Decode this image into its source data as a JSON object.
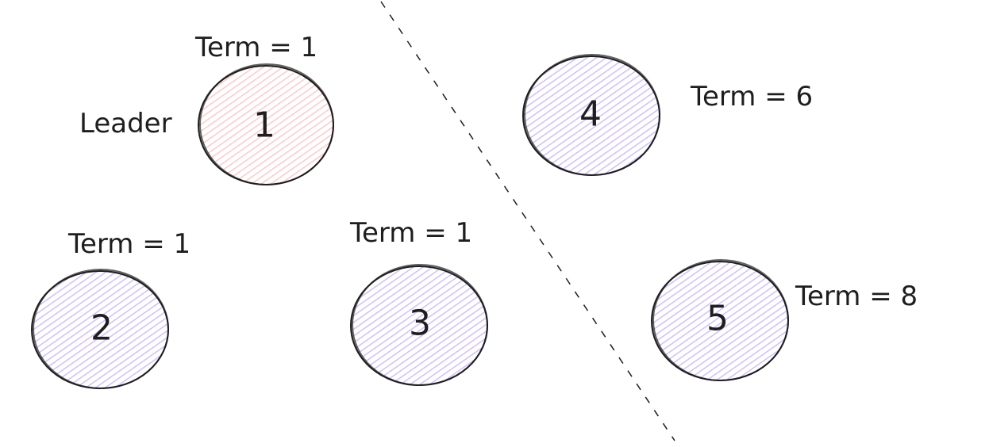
{
  "colors": {
    "leader_fill": "#ffc9c9",
    "follower_fill": "#d0bfff",
    "stroke": "#1e1e1e"
  },
  "nodes": [
    {
      "id": "1",
      "label": "1",
      "term": "Term = 1",
      "role": "Leader",
      "fill": "leader"
    },
    {
      "id": "2",
      "label": "2",
      "term": "Term = 1",
      "fill": "follower"
    },
    {
      "id": "3",
      "label": "3",
      "term": "Term = 1",
      "fill": "follower"
    },
    {
      "id": "4",
      "label": "4",
      "term": "Term = 6",
      "fill": "follower"
    },
    {
      "id": "5",
      "label": "5",
      "term": "Term = 8",
      "fill": "follower"
    }
  ]
}
